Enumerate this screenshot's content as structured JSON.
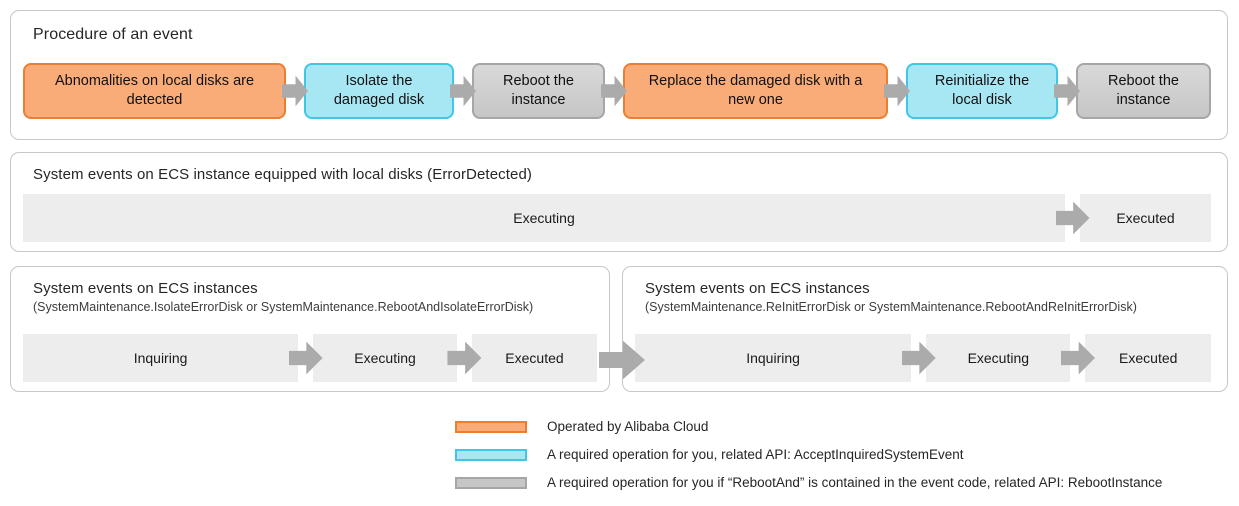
{
  "procedure": {
    "title": "Procedure of an event",
    "steps": [
      {
        "label": "Abnomalities on local disks are detected",
        "type": "alibaba"
      },
      {
        "label": "Isolate the damaged disk",
        "type": "user"
      },
      {
        "label": "Reboot the instance",
        "type": "conditional"
      },
      {
        "label": "Replace the damaged disk with a new one",
        "type": "alibaba"
      },
      {
        "label": "Reinitialize the local disk",
        "type": "user"
      },
      {
        "label": "Reboot the instance",
        "type": "conditional"
      }
    ]
  },
  "error_detected": {
    "title": "System events on ECS instance equipped with local disks (ErrorDetected)",
    "stages": [
      "Executing",
      "Executed"
    ]
  },
  "isolate_events": {
    "title": "System events on ECS instances",
    "subtitle": "(SystemMaintenance.IsolateErrorDisk or SystemMaintenance.RebootAndIsolateErrorDisk)",
    "stages": [
      "Inquiring",
      "Executing",
      "Executed"
    ]
  },
  "reinit_events": {
    "title": "System events on ECS instances",
    "subtitle": "(SystemMaintenance.ReInitErrorDisk or SystemMaintenance.RebootAndReInitErrorDisk)",
    "stages": [
      "Inquiring",
      "Executing",
      "Executed"
    ]
  },
  "legend": {
    "items": [
      {
        "type": "alibaba",
        "label": "Operated by Alibaba Cloud"
      },
      {
        "type": "user",
        "label": "A required operation for you, related API: AcceptInquiredSystemEvent"
      },
      {
        "type": "conditional",
        "label": "A required operation for you if “RebootAnd” is contained in the event code, related API: RebootInstance"
      }
    ]
  },
  "colors": {
    "alibaba_fill": "#f9ac78",
    "alibaba_border": "#ed7d31",
    "user_fill": "#a7e7f4",
    "user_border": "#3ec7e6",
    "conditional_fill": "#c6c6c6",
    "conditional_fill_light": "#d9d9d9",
    "conditional_border": "#a6a6a6",
    "stage_bar": "#ededed",
    "arrow": "#ababab"
  }
}
